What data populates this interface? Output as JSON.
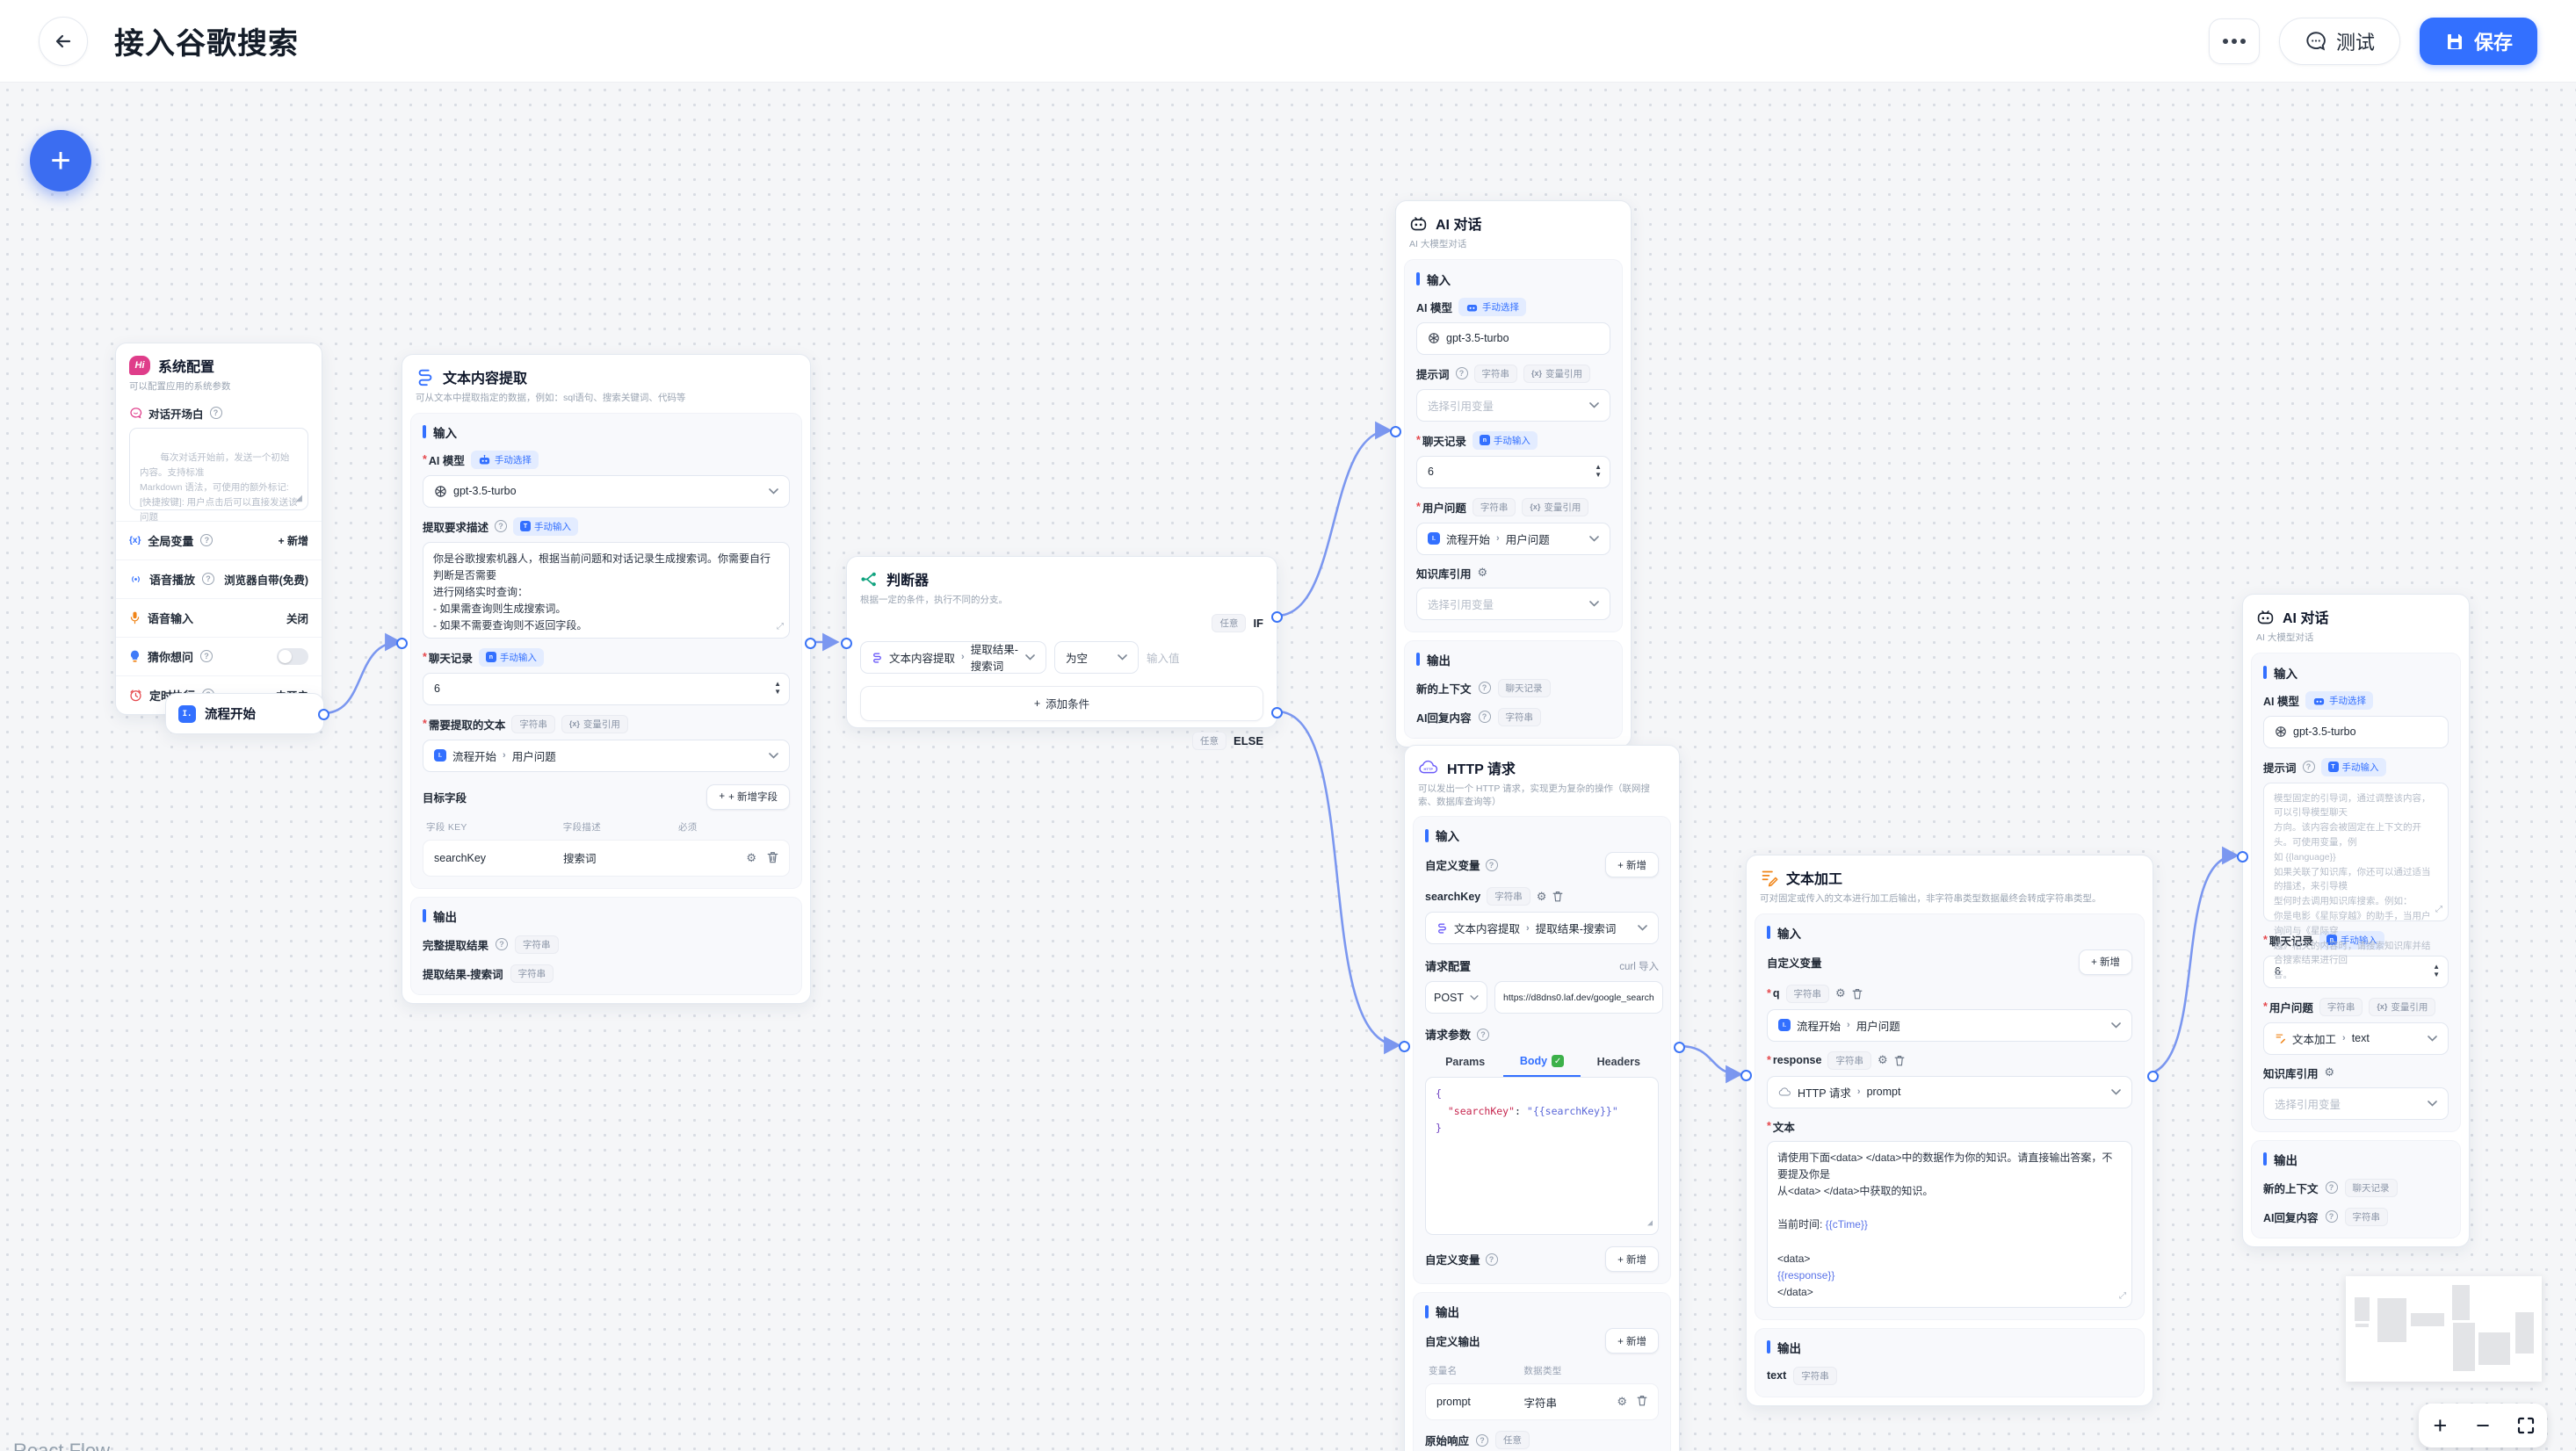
{
  "header": {
    "title": "接入谷歌搜索",
    "test": "测试",
    "save": "保存"
  },
  "attribution": "React Flow",
  "common": {
    "input": "输入",
    "output": "输出",
    "string": "字符串",
    "any": "任意",
    "chat_record": "聊天记录",
    "manual_select": "手动选择",
    "manual_input": "手动输入",
    "var_ref": "变量引用",
    "add": "+ 新增",
    "choose_var": "选择引用变量",
    "model": "AI 模型",
    "model_value": "gpt-3.5-turbo",
    "prompt": "提示词",
    "history": "聊天记录",
    "history_value": "6",
    "question": "用户问题",
    "kb": "知识库引用",
    "out_context": "新的上下文",
    "out_reply": "AI回复内容",
    "start_name": "流程开始",
    "question_name": "用户问题",
    "extract_name": "文本内容提取"
  },
  "nodes": {
    "system": {
      "title": "系统配置",
      "avatar": "Hi",
      "subtitle": "可以配置应用的系统参数",
      "welcome": "对话开场白",
      "welcome_placeholder": "每次对话开始前，发送一个初始内容。支持标准\nMarkdown 语法，可使用的额外标记:\n[快捷按键]: 用户点击后可以直接发送该问题",
      "rows": [
        {
          "label": "全局变量",
          "value": "+ 新增"
        },
        {
          "label": "语音播放",
          "value": "浏览器自带(免费)"
        },
        {
          "label": "语音输入",
          "value": "关闭"
        },
        {
          "label": "猜你想问",
          "value": ""
        },
        {
          "label": "定时执行",
          "value": "未开启"
        }
      ]
    },
    "start": {
      "title": "流程开始"
    },
    "extract": {
      "title": "文本内容提取",
      "subtitle": "可从文本中提取指定的数据，例如：sql语句、搜索关键词、代码等",
      "desc_label": "提取要求描述",
      "desc_value": "你是谷歌搜索机器人，根据当前问题和对话记录生成搜索词。你需要自行判断是否需要\n进行网络实时查询：\n- 如果需查询则生成搜索词。\n- 如果不需要查询则不返回字段。",
      "source_label": "需要提取的文本",
      "fields_label": "目标字段",
      "add_field": "+ 新增字段",
      "col_key": "字段 KEY",
      "col_desc": "字段描述",
      "col_required": "必须",
      "row_key": "searchKey",
      "row_desc": "搜索词",
      "out_full": "完整提取结果",
      "out_search": "提取结果-搜索词"
    },
    "judge": {
      "title": "判断器",
      "subtitle": "根据一定的条件，执行不同的分支。",
      "if": "IF",
      "else": "ELSE",
      "op": "为空",
      "value_placeholder": "输入值",
      "add_condition": "添加条件"
    },
    "ai_top": {
      "title": "AI 对话",
      "subtitle": "AI 大模型对话"
    },
    "http": {
      "title": "HTTP 请求",
      "subtitle": "可以发出一个 HTTP 请求，实现更为复杂的操作（联网搜索、数据库查询等）",
      "custom_var": "自定义变量",
      "var_name": "searchKey",
      "req_config": "请求配置",
      "curl": "curl 导入",
      "method": "POST",
      "url": "https://d8dns0.laf.dev/google_search",
      "req_params": "请求参数",
      "tab_params": "Params",
      "tab_body": "Body",
      "tab_headers": "Headers",
      "code_open": "{\n  ",
      "code_key": "\"searchKey\"",
      "code_sep": ": ",
      "code_val": "\"{{searchKey}}\"",
      "code_close": "\n}",
      "custom_out": "自定义输出",
      "col_var": "变量名",
      "col_type": "数据类型",
      "out_name": "prompt",
      "raw": "原始响应"
    },
    "textedit": {
      "title": "文本加工",
      "subtitle": "可对固定或传入的文本进行加工后输出，非字符串类型数据最终会转成字符串类型。",
      "custom_var": "自定义变量",
      "v1": "q",
      "v2": "response",
      "http_name": "HTTP 请求",
      "http_field": "prompt",
      "text_label": "文本",
      "t1": "请使用下面<data> </data>中的数据作为你的知识。请直接输出答案，不要提及你是\n从<data> </data>中获取的知识。\n\n当前时间: ",
      "v_time": "{{cTime}}",
      "t2": "\n\n<data>\n",
      "v_resp": "{{response}}",
      "t3": "\n</data>",
      "out_name": "text"
    },
    "ai_right": {
      "title": "AI 对话",
      "subtitle": "AI 大模型对话",
      "prompt_placeholder": "模型固定的引导词，通过调整该内容，可以引导模型聊天\n方向。该内容会被固定在上下文的开头。可使用变量，例\n如 {{language}}\n如果关联了知识库，你还可以通过适当的描述，来引导模\n型何时去调用知识库搜索。例如：\n你是电影《星际穿越》的助手，当用户询问与《星际穿\n越》相关的内容时，请搜索知识库并结合搜索结果进行回\n答。",
      "textedit_name": "文本加工",
      "textedit_field": "text"
    }
  }
}
